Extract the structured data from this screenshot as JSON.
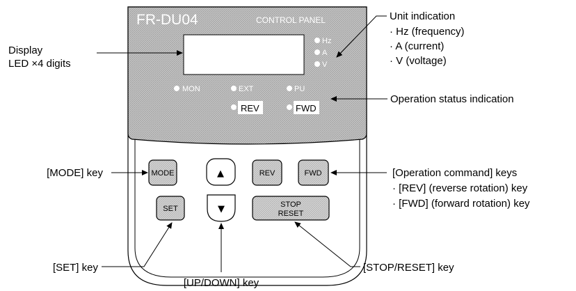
{
  "panel": {
    "model": "FR-DU04",
    "brand": "CONTROL PANEL",
    "unit_leds": [
      "Hz",
      "A",
      "V"
    ],
    "status_leds": [
      "MON",
      "EXT",
      "PU"
    ],
    "direction_leds": [
      "REV",
      "FWD"
    ]
  },
  "keys": {
    "mode": "MODE",
    "set": "SET",
    "up": "▲",
    "down": "▼",
    "rev": "REV",
    "fwd": "FWD",
    "stop_line1": "STOP",
    "stop_line2": "RESET"
  },
  "callouts": {
    "display_line1": "Display",
    "display_line2": "LED ×4 digits",
    "unit_title": "Unit indication",
    "unit_items": [
      "· Hz (frequency)",
      "· A (current)",
      "· V (voltage)"
    ],
    "status": "Operation status indication",
    "mode_key": "[MODE] key",
    "set_key": "[SET] key",
    "updown_key": "[UP/DOWN] key",
    "stopreset_key": "[STOP/RESET] key",
    "opcmd_title": "[Operation command] keys",
    "opcmd_items": [
      "· [REV] (reverse rotation) key",
      "· [FWD] (forward rotation) key"
    ]
  }
}
